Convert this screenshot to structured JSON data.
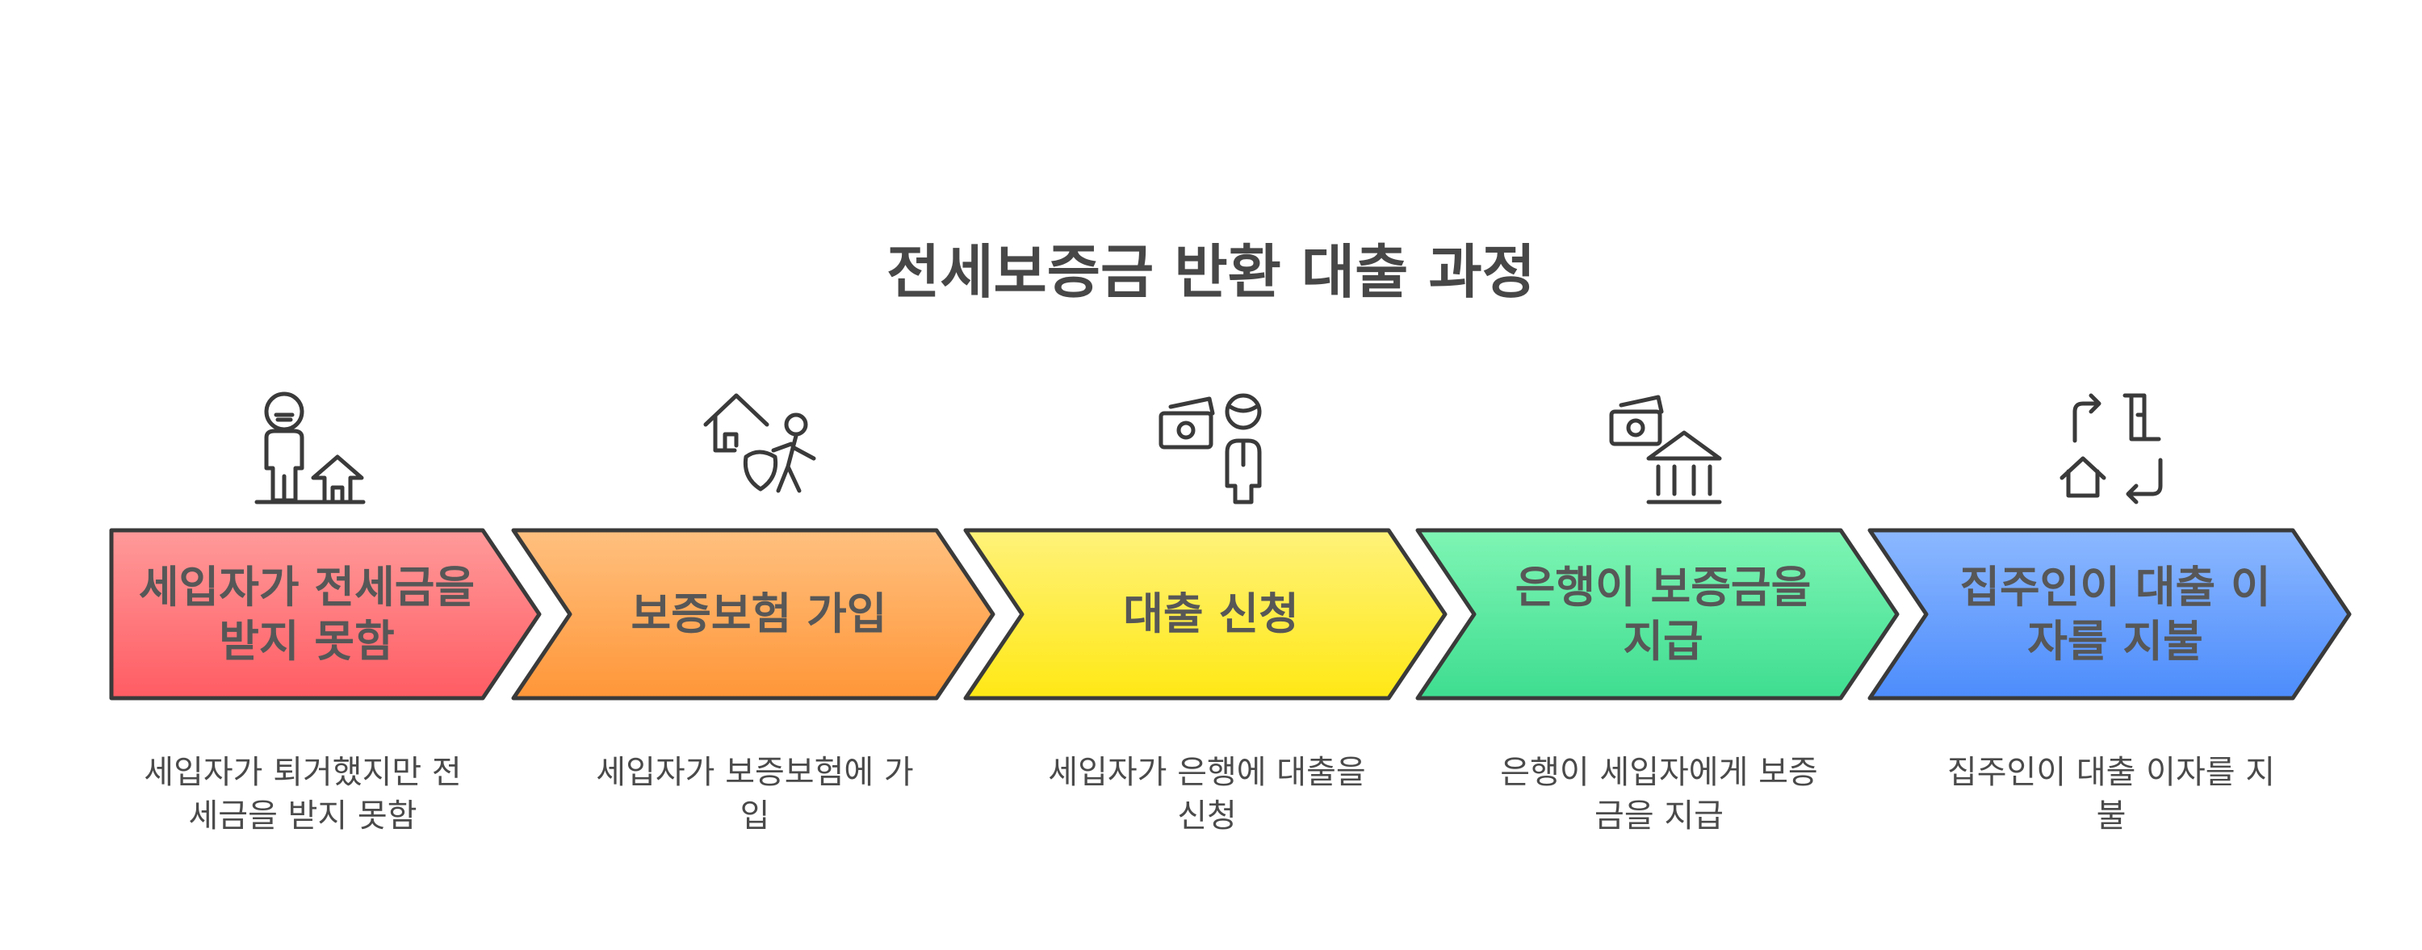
{
  "title": "전세보증금 반환 대출 과정",
  "steps": [
    {
      "label": "세입자가 전세금을 받지 못함",
      "description": "세입자가 퇴거했지만 전세금을 받지 못함",
      "icon": "tenant-house-icon",
      "color_top": "#ff9a9a",
      "color_bottom": "#ff5c63"
    },
    {
      "label": "보증보험 가입",
      "description": "세입자가 보증보험에 가입",
      "icon": "house-person-shield-icon",
      "color_top": "#ffc07f",
      "color_bottom": "#ff9638"
    },
    {
      "label": "대출 신청",
      "description": "세입자가 은행에 대출을 신청",
      "icon": "money-person-icon",
      "color_top": "#fff27a",
      "color_bottom": "#ffe815"
    },
    {
      "label": "은행이 보증금을 지급",
      "description": "은행이 세입자에게 보증금을 지급",
      "icon": "money-bank-icon",
      "color_top": "#7ff5b4",
      "color_bottom": "#3edd90"
    },
    {
      "label": "집주인이 대출 이자를 지불",
      "description": "집주인이 대출 이자를 지불",
      "icon": "house-document-cycle-icon",
      "color_top": "#8cb8ff",
      "color_bottom": "#4c8cfc"
    }
  ]
}
